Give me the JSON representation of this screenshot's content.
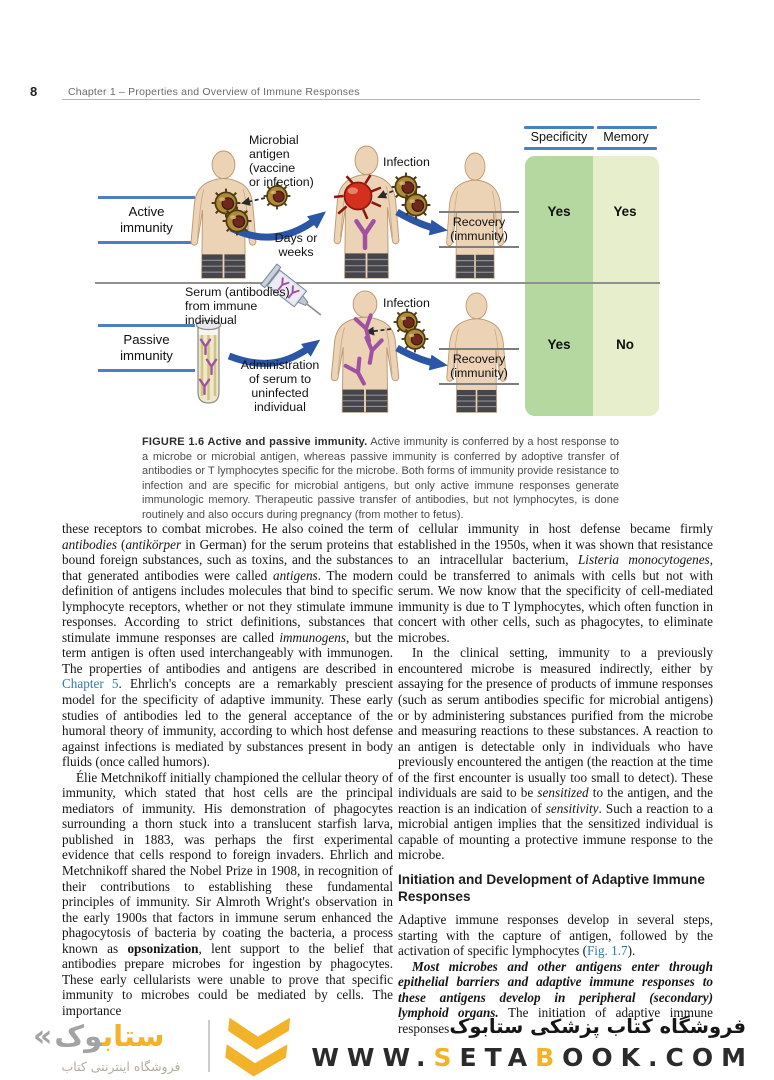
{
  "header": {
    "page_number": "8",
    "chapter_title": "Chapter 1 – Properties and Overview of Immune Responses"
  },
  "figure": {
    "active": {
      "row_label": "Active\nimmunity",
      "antigen_label": "Microbial\nantigen\n(vaccine\nor infection)",
      "duration_label": "Days or\nweeks",
      "infection_label": "Infection",
      "recovery_label": "Recovery\n(immunity)"
    },
    "passive": {
      "row_label": "Passive\nimmunity",
      "serum_label": "Serum (antibodies)\nfrom immune\nindividual",
      "administration_label": "Administration\nof serum to\nuninfected\nindividual",
      "infection_label": "Infection",
      "recovery_label": "Recovery\n(immunity)"
    },
    "table": {
      "headers": [
        "Specificity",
        "Memory"
      ],
      "rows": {
        "active": [
          "Yes",
          "Yes"
        ],
        "passive": [
          "Yes",
          "No"
        ]
      }
    },
    "icons": [
      "person-icon",
      "microbe-icon",
      "activated-cell-icon",
      "antibody-icon",
      "test-tube-icon",
      "syringe-icon",
      "arrow-icon"
    ],
    "caption": {
      "title": "FIGURE 1.6 Active and passive immunity.",
      "body": " Active immunity is conferred by a host response to a microbe or microbial antigen, whereas passive immunity is conferred by adoptive transfer of antibodies or T lymphocytes specific for the microbe. Both forms of immunity provide resistance to infection and are specific for microbial antigens, but only active immune responses generate immunologic memory. Therapeutic passive transfer of antibodies, but not lymphocytes, is done routinely and also occurs during pregnancy (from mother to fetus)."
    }
  },
  "article": {
    "left": {
      "p1": [
        {
          "t": "these receptors to combat microbes. He also coined the term "
        },
        {
          "t": "antibodies",
          "s": "i"
        },
        {
          "t": " ("
        },
        {
          "t": "antikörper",
          "s": "i"
        },
        {
          "t": " in German) for the serum proteins that bound foreign substances, such as toxins, and the substances that generated antibodies were called "
        },
        {
          "t": "antigens",
          "s": "i"
        },
        {
          "t": ". The modern definition of antigens includes molecules that bind to specific lymphocyte receptors, whether or not they stimulate immune responses. According to strict definitions, substances that stimulate immune responses are called "
        },
        {
          "t": "immunogens",
          "s": "i"
        },
        {
          "t": ", but the term antigen is often used interchangeably with immunogen. The properties of antibodies and antigens are described in "
        },
        {
          "t": "Chapter 5",
          "s": "link",
          "n": "chapter-5-link"
        },
        {
          "t": ". Ehrlich's concepts are a remarkably prescient model for the specificity of adaptive immunity. These early studies of antibodies led to the general acceptance of the humoral theory of immunity, according to which host defense against infections is mediated by substances present in body fluids (once called humors)."
        }
      ],
      "p2": [
        {
          "t": "Élie Metchnikoff initially championed the cellular theory of immunity, which stated that host cells are the principal mediators of immunity. His demonstration of phagocytes surrounding a thorn stuck into a translucent starfish larva, published in 1883, was perhaps the first experimental evidence that cells respond to foreign invaders. Ehrlich and Metchnikoff shared the Nobel Prize in 1908, in recognition of their contributions to establishing these fundamental principles of immunity. Sir Almroth Wright's observation in the early 1900s that factors in immune serum enhanced the phagocytosis of bacteria by coating the bacteria, a process known as "
        },
        {
          "t": "opsonization",
          "s": "b"
        },
        {
          "t": ", lent support to the belief that antibodies prepare microbes for ingestion by phagocytes. These early cellularists were unable to prove that specific immunity to microbes could be mediated by cells. The importance"
        }
      ]
    },
    "right": {
      "p1": [
        {
          "t": "of cellular immunity in host defense became firmly established in the 1950s, when it was shown that resistance to an intracellular bacterium, "
        },
        {
          "t": "Listeria monocytogenes",
          "s": "i"
        },
        {
          "t": ", could be transferred to animals with cells but not with serum. We now know that the specificity of cell-mediated immunity is due to T lymphocytes, which often function in concert with other cells, such as phagocytes, to eliminate microbes."
        }
      ],
      "p2": [
        {
          "t": "In the clinical setting, immunity to a previously encountered microbe is measured indirectly, either by assaying for the presence of products of immune responses (such as serum antibodies specific for microbial antigens) or by administering substances purified from the microbe and measuring reactions to these substances. A reaction to an antigen is detectable only in individuals who have previously encountered the antigen (the reaction at the time of the first encounter is usually too small to detect). These individuals are said to be "
        },
        {
          "t": "sensitized",
          "s": "i"
        },
        {
          "t": " to the antigen, and the reaction is an indication of "
        },
        {
          "t": "sensitivity",
          "s": "i"
        },
        {
          "t": ". Such a reaction to a microbial antigen implies that the sensitized individual is capable of mounting a protective immune response to the microbe."
        }
      ],
      "heading": "Initiation and Development of Adaptive Immune Responses",
      "p3": [
        {
          "t": "Adaptive immune responses develop in several steps, starting with the capture of antigen, followed by the activation of specific lymphocytes ("
        },
        {
          "t": "Fig. 1.7",
          "s": "link",
          "n": "fig-1-7-link"
        },
        {
          "t": ")."
        }
      ],
      "p4": [
        {
          "t": "Most microbes and other antigens enter through epithelial barriers and adaptive immune responses to these antigens develop in peripheral (secondary) lymphoid organs.",
          "s": "bi"
        },
        {
          "t": " The initiation of adaptive immune responses"
        }
      ]
    }
  },
  "footer": {
    "wordmark_segments": [
      {
        "t": "ستاب",
        "s": "y"
      },
      {
        "t": "وک",
        "s": "gray"
      }
    ],
    "wordmark_chevron": "«",
    "logo_subtitle": "فروشگاه اینترنتی کتاب",
    "store_title": "فروشگاه کتاب پزشکی ستابوک",
    "url_segments": [
      {
        "t": "WWW."
      },
      {
        "t": "S",
        "s": "y"
      },
      {
        "t": "ETA"
      },
      {
        "t": "B",
        "s": "y"
      },
      {
        "t": "OOK.COM"
      }
    ]
  },
  "colors": {
    "accent_yellow": "#f2b32b",
    "arrow_blue": "#2a56a5",
    "bar_blue": "#4d7fc0",
    "table_green_dark": "#b5d7a0",
    "table_green_light": "#e6eecb",
    "link_blue": "#2e7bab",
    "skin": "#ecd3b5",
    "cell_red": "#d52f1e",
    "antibody_purple": "#a052a2"
  }
}
